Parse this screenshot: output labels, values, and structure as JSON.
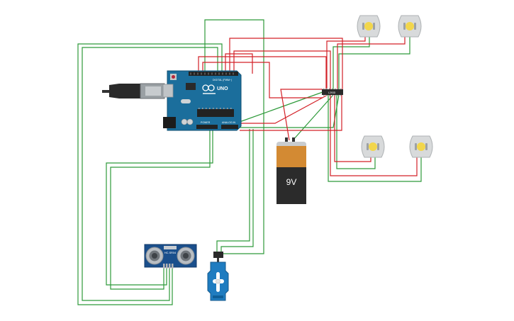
{
  "components": {
    "arduino": {
      "brand_label": "UNO",
      "digital_label": "DIGITAL (PWM~)",
      "analog_label": "ANALOG IN",
      "power_label": "POWER"
    },
    "battery": {
      "label": "9V"
    },
    "motor_driver": {
      "label": "L293D"
    },
    "ultrasonic": {
      "label": "HC-SR04"
    }
  },
  "colors": {
    "background": "#ffffff",
    "wire_red": "#d32027",
    "wire_green": "#2e9a3a",
    "board_blue": "#1b6e9c",
    "sensor_blue": "#1a4f8c",
    "battery_orange": "#d38a33",
    "battery_black": "#2b2b2b",
    "motor_grey": "#d8dadb",
    "motor_yellow": "#f2d64b"
  }
}
